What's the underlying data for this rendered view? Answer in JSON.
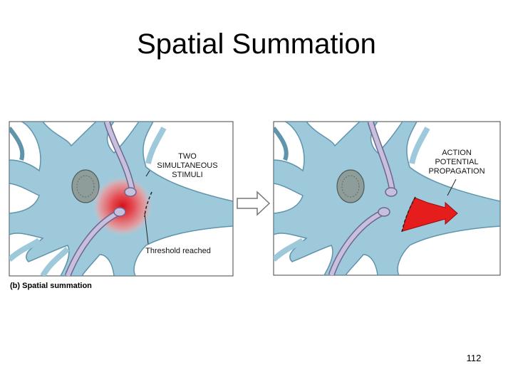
{
  "slide": {
    "title": "Spatial Summation",
    "page_number": "112"
  },
  "figure": {
    "caption": "(b) Spatial summation",
    "left_panel": {
      "label_line1": "TWO",
      "label_line2": "SIMULTANEOUS",
      "label_line3": "STIMULI",
      "threshold_label": "Threshold reached"
    },
    "right_panel": {
      "label_line1": "ACTION",
      "label_line2": "POTENTIAL",
      "label_line3": "PROPAGATION"
    },
    "colors": {
      "neuron_fill": "#9ec9db",
      "neuron_stroke": "#5f94ab",
      "axon_fill": "#c7c0dc",
      "axon_stroke": "#6f6590",
      "stimulus_red": "#e8222a",
      "propagation_red": "#e51d1d",
      "nucleus": "#8e9c9a"
    }
  }
}
